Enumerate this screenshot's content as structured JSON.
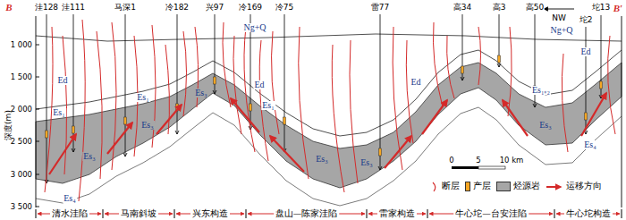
{
  "diagram": {
    "labels": [
      "B",
      "洼128",
      "洼111",
      "马深1",
      "冷182",
      "兴97",
      "冷169",
      "冷75",
      "雷77",
      "高34",
      "高3",
      "高50",
      "NW",
      "坨2",
      "坨13",
      "B′",
      "1 000",
      "1 500",
      "2 000",
      "2 500",
      "3 000",
      "3 500",
      "深度(m)",
      "Ng+Q",
      "Ng+Q",
      "Ed",
      "Ed",
      "Ed",
      "Ed",
      "Es₁",
      "Es₃",
      "Es₄",
      "Es₁",
      "Es₃",
      "Es₃",
      "Es₁",
      "Es₃",
      "Es₃",
      "Es₁₊₂",
      "Es₃",
      "Es₄",
      "0",
      "5",
      "10 km",
      "清水洼陷",
      "马南斜坡",
      "兴东构造",
      "盘山—陈家洼陷",
      "雷家构造",
      "牛心坨—台安洼陷",
      "牛心坨构造"
    ],
    "legend": [
      {
        "text": "断层"
      },
      {
        "text": "产层",
        "color": "#f5a623"
      },
      {
        "text": "烃源岩",
        "color": "#a6a6a6"
      },
      {
        "text": "运移方向"
      }
    ]
  }
}
